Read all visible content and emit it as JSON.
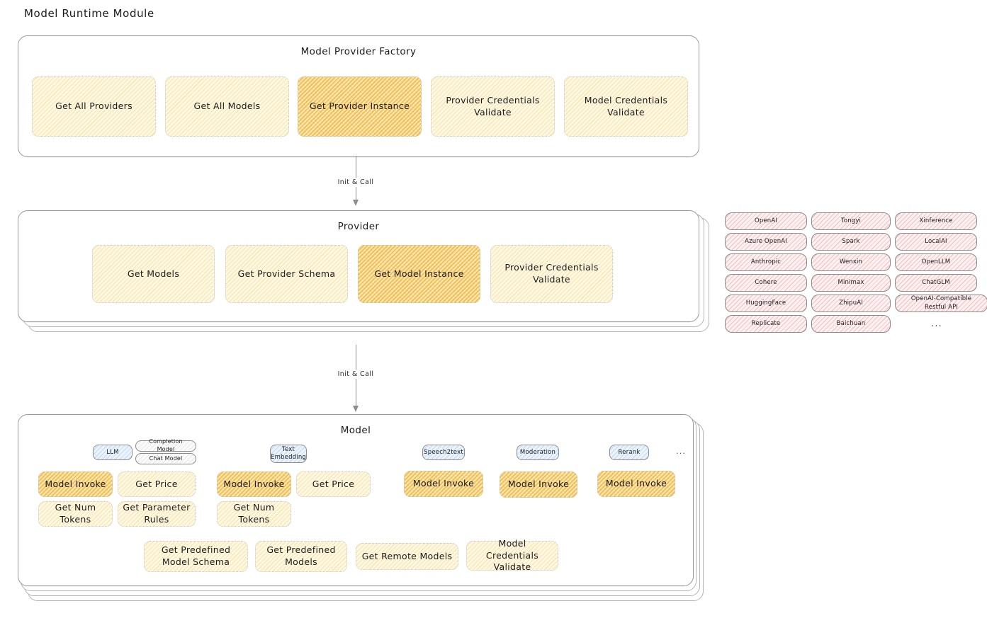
{
  "page": {
    "title": "Model Runtime Module"
  },
  "factory": {
    "title": "Model Provider Factory",
    "items": [
      {
        "label": "Get All Providers",
        "highlight": false
      },
      {
        "label": "Get All Models",
        "highlight": false
      },
      {
        "label": "Get Provider Instance",
        "highlight": true
      },
      {
        "label": "Provider Credentials Validate",
        "highlight": false
      },
      {
        "label": "Model Credentials Validate",
        "highlight": false
      }
    ]
  },
  "arrows": [
    {
      "label": "Init & Call"
    },
    {
      "label": "Init & Call"
    }
  ],
  "provider": {
    "title": "Provider",
    "items": [
      {
        "label": "Get Models",
        "highlight": false
      },
      {
        "label": "Get Provider Schema",
        "highlight": false
      },
      {
        "label": "Get Model Instance",
        "highlight": true
      },
      {
        "label": "Provider Credentials Validate",
        "highlight": false
      }
    ]
  },
  "provider_list": {
    "columns": [
      {
        "chips": [
          "OpenAI",
          "Azure OpenAI",
          "Anthropic",
          "Cohere",
          "HuggingFace",
          "Replicate"
        ]
      },
      {
        "chips": [
          "Tongyi",
          "Spark",
          "Wenxin",
          "Minimax",
          "ZhipuAI",
          "Baichuan"
        ]
      },
      {
        "chips": [
          "Xinference",
          "LocalAI",
          "OpenLLM",
          "ChatGLM",
          "OpenAI-Compatible Restful API"
        ]
      }
    ],
    "more": "..."
  },
  "model": {
    "title": "Model",
    "more": "...",
    "groups": [
      {
        "type_label": "LLM",
        "sub_chips": [
          "Completion Model",
          "Chat Model"
        ],
        "methods": [
          {
            "label": "Model Invoke",
            "highlight": true
          },
          {
            "label": "Get Price",
            "highlight": false
          },
          {
            "label": "Get Num Tokens",
            "highlight": false
          },
          {
            "label": "Get Parameter Rules",
            "highlight": false
          }
        ]
      },
      {
        "type_label": "Text Embedding",
        "sub_chips": [],
        "methods": [
          {
            "label": "Model Invoke",
            "highlight": true
          },
          {
            "label": "Get Price",
            "highlight": false
          },
          {
            "label": "Get Num Tokens",
            "highlight": false
          }
        ]
      },
      {
        "type_label": "Speech2text",
        "sub_chips": [],
        "methods": [
          {
            "label": "Model Invoke",
            "highlight": true
          }
        ]
      },
      {
        "type_label": "Moderation",
        "sub_chips": [],
        "methods": [
          {
            "label": "Model Invoke",
            "highlight": true
          }
        ]
      },
      {
        "type_label": "Rerank",
        "sub_chips": [],
        "methods": [
          {
            "label": "Model Invoke",
            "highlight": true
          }
        ]
      }
    ],
    "common_methods": [
      "Get Predefined Model Schema",
      "Get Predefined Models",
      "Get Remote Models",
      "Model Credentials Validate"
    ]
  },
  "colors": {
    "cream": "#fdf8e6",
    "gold": "#fbe8b6",
    "pink": "#fdf0f0",
    "blue": "#eaf3fb",
    "border": "#9a9a9a"
  }
}
